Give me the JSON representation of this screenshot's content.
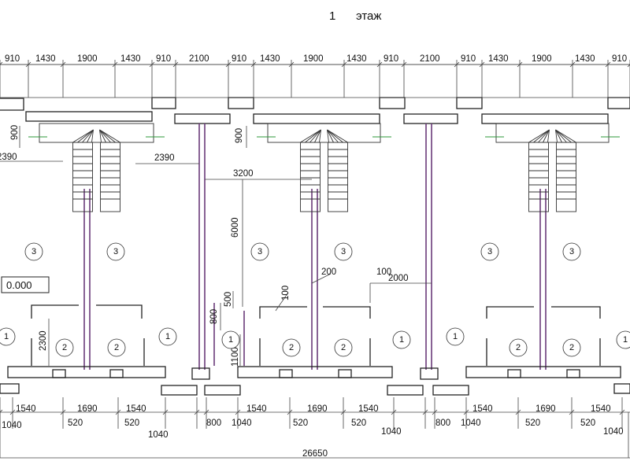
{
  "title": {
    "number": "1",
    "label": "этаж"
  },
  "level_mark": "0.000",
  "top_dims": [
    "910",
    "1430",
    "1900",
    "1430",
    "910",
    "2100",
    "910",
    "1430",
    "1900",
    "1430",
    "910",
    "2100",
    "910",
    "1430",
    "1900",
    "1430",
    "910"
  ],
  "bottom_dims_upper": [
    "1540",
    "1690",
    "1540",
    "1540",
    "1690",
    "1540",
    "1540",
    "1690",
    "1540"
  ],
  "bottom_dims_lower": [
    "1040",
    "520",
    "520",
    "1040",
    "800",
    "1040",
    "520",
    "520",
    "1040",
    "800",
    "1040",
    "520",
    "520",
    "1040"
  ],
  "total_width": "26650",
  "interior_dims": {
    "d900_left": "900",
    "d2390_left": "2390",
    "d2390_mid": "2390",
    "d900_mid": "900",
    "d3200": "3200",
    "d6000": "6000",
    "d200": "200",
    "d100a": "100",
    "d2000": "2000",
    "d100b": "100",
    "d500": "500",
    "d800": "800",
    "d1100": "1100",
    "d2300": "2300"
  },
  "room_numbers": {
    "r3": "3",
    "r2": "2",
    "r1": "1"
  }
}
